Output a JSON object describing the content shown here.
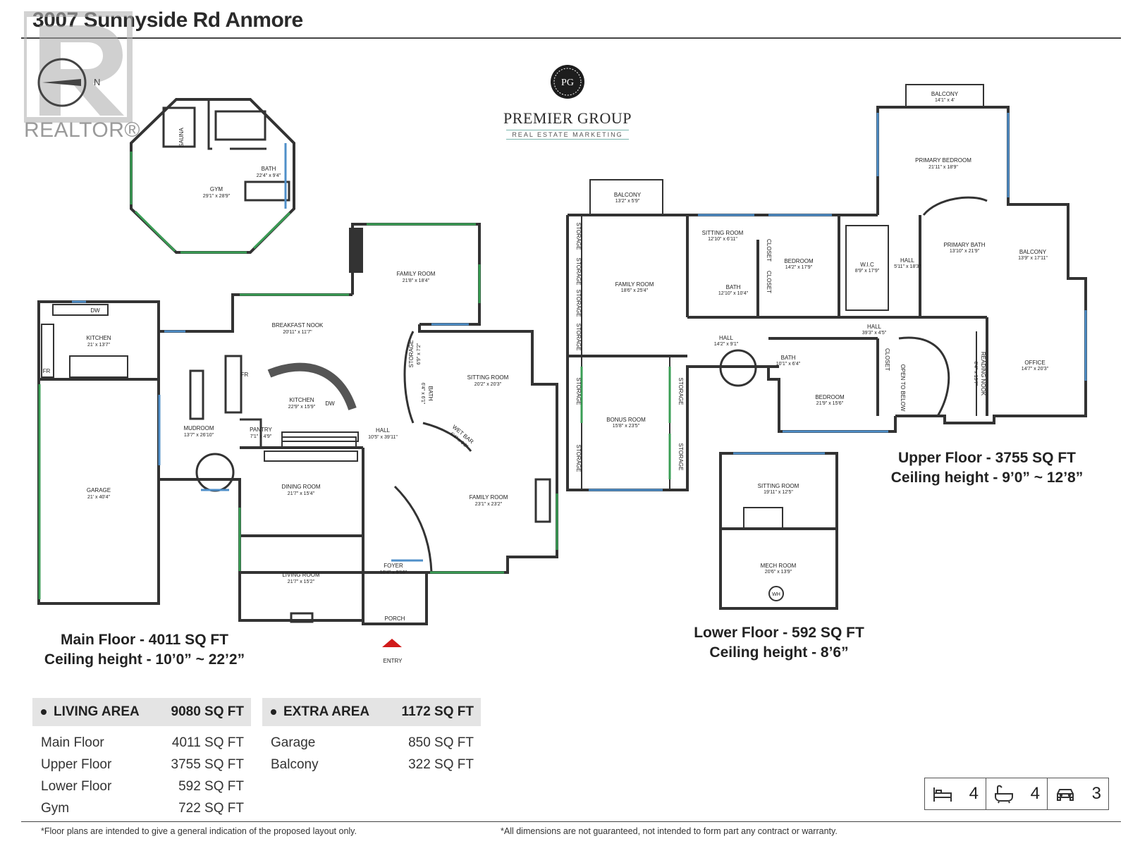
{
  "header": {
    "title": "3007 Sunnyside Rd Anmore"
  },
  "watermark": {
    "text": "REALTOR®",
    "icon": "realtor-r-logo"
  },
  "brand": {
    "name": "PREMIER GROUP",
    "tagline": "REAL ESTATE MARKETING",
    "monogram": "PG"
  },
  "compass": {
    "north": "N",
    "icon": "compass-icon"
  },
  "main_floor": {
    "caption_line1": "Main Floor - 4011 SQ FT",
    "caption_line2": "Ceiling height - 10’0” ~ 22’2”",
    "rooms": [
      {
        "name": "GYM",
        "dims": "29'1\" x 28'9\""
      },
      {
        "name": "SAUNA",
        "dims": ""
      },
      {
        "name": "BATH",
        "dims": "22'4\" x 9'4\""
      },
      {
        "name": "KITCHEN",
        "dims": "21' x 13'7\""
      },
      {
        "name": "GARAGE",
        "dims": "21' x 40'4\""
      },
      {
        "name": "MUDROOM",
        "dims": "13'7\" x 26'10\""
      },
      {
        "name": "BREAKFAST NOOK",
        "dims": "20'11\" x 11'7\""
      },
      {
        "name": "FAMILY ROOM",
        "dims": "21'8\" x 18'4\""
      },
      {
        "name": "KITCHEN",
        "dims": "22'9\" x 15'9\""
      },
      {
        "name": "PANTRY",
        "dims": "7'1\" x 4'9\""
      },
      {
        "name": "STORAGE",
        "dims": "6'9\" x 7'2\""
      },
      {
        "name": "BATH",
        "dims": "6'4\" x 6'1\""
      },
      {
        "name": "WET BAR",
        "dims": "6'4\" x 6'2\""
      },
      {
        "name": "SITTING ROOM",
        "dims": "20'2\" x 20'3\""
      },
      {
        "name": "HALL",
        "dims": "10'5\" x 39'11\""
      },
      {
        "name": "DINING ROOM",
        "dims": "21'7\" x 15'4\""
      },
      {
        "name": "FAMILY ROOM",
        "dims": "23'1\" x 23'2\""
      },
      {
        "name": "LIVING ROOM",
        "dims": "21'7\" x 15'2\""
      },
      {
        "name": "FOYER",
        "dims": "10'4\" x 9'10\""
      },
      {
        "name": "PORCH",
        "dims": ""
      }
    ],
    "labels": {
      "fr": "FR",
      "dw": "DW",
      "entry": "ENTRY"
    }
  },
  "upper_floor": {
    "caption_line1": "Upper Floor - 3755 SQ FT",
    "caption_line2": "Ceiling height - 9’0” ~ 12’8”",
    "rooms": [
      {
        "name": "BALCONY",
        "dims": "14'1\" x 4'"
      },
      {
        "name": "PRIMARY BEDROOM",
        "dims": "21'11\" x 18'9\""
      },
      {
        "name": "BALCONY",
        "dims": "13'2\" x 5'9\""
      },
      {
        "name": "SITTING ROOM",
        "dims": "12'10\" x 6'11\""
      },
      {
        "name": "BEDROOM",
        "dims": "14'2\" x 17'9\""
      },
      {
        "name": "W.I.C",
        "dims": "8'9\" x 17'9\""
      },
      {
        "name": "HALL",
        "dims": "5'11\" x 18'3\""
      },
      {
        "name": "PRIMARY BATH",
        "dims": "13'10\" x 21'9\""
      },
      {
        "name": "BALCONY",
        "dims": "13'9\" x 17'11\""
      },
      {
        "name": "FAMILY ROOM",
        "dims": "18'6\" x 25'4\""
      },
      {
        "name": "BATH",
        "dims": "12'10\" x 10'4\""
      },
      {
        "name": "HALL",
        "dims": "39'3\" x 4'5\""
      },
      {
        "name": "HALL",
        "dims": "14'2\" x 9'1\""
      },
      {
        "name": "BATH",
        "dims": "10'1\" x 6'4\""
      },
      {
        "name": "READING NOOK",
        "dims": "8'4\" x 15'7\""
      },
      {
        "name": "OFFICE",
        "dims": "14'7\" x 20'3\""
      },
      {
        "name": "BEDROOM",
        "dims": "21'9\" x 15'6\""
      },
      {
        "name": "BONUS ROOM",
        "dims": "15'8\" x 23'5\""
      }
    ],
    "labels": {
      "storage": "STORAGE",
      "closet": "CLOSET",
      "open_below": "OPEN TO BELOW"
    }
  },
  "lower_floor": {
    "caption_line1": "Lower Floor - 592 SQ FT",
    "caption_line2": "Ceiling height - 8’6”",
    "rooms": [
      {
        "name": "SITTING ROOM",
        "dims": "19'11\" x 12'5\""
      },
      {
        "name": "MECH ROOM",
        "dims": "20'6\" x 13'9\""
      }
    ],
    "labels": {
      "wh": "WH"
    }
  },
  "living_area": {
    "header_label": "LIVING AREA",
    "header_value": "9080 SQ FT",
    "rows": [
      {
        "label": "Main Floor",
        "value": "4011 SQ FT"
      },
      {
        "label": "Upper Floor",
        "value": "3755 SQ FT"
      },
      {
        "label": "Lower Floor",
        "value": "592 SQ FT"
      },
      {
        "label": "Gym",
        "value": "722 SQ FT"
      }
    ]
  },
  "extra_area": {
    "header_label": "EXTRA AREA",
    "header_value": "1172 SQ FT",
    "rows": [
      {
        "label": "Garage",
        "value": "850 SQ FT"
      },
      {
        "label": "Balcony",
        "value": "322 SQ FT"
      }
    ]
  },
  "counts": {
    "bedrooms": "4",
    "bedrooms_icon": "bed-icon",
    "bathrooms": "4",
    "bathrooms_icon": "bathtub-icon",
    "parking": "3",
    "parking_icon": "car-icon"
  },
  "footer": {
    "left": "*Floor plans are intended to give a general indication of the proposed layout only.",
    "right": "*All dimensions are not guaranteed, not intended to form part any contract or warranty."
  },
  "colors": {
    "wall": "#333333",
    "window": "#4f8fc9",
    "glass_door": "#3a9e55",
    "entry_marker": "#d11a1a",
    "table_header": "#e4e4e4"
  }
}
